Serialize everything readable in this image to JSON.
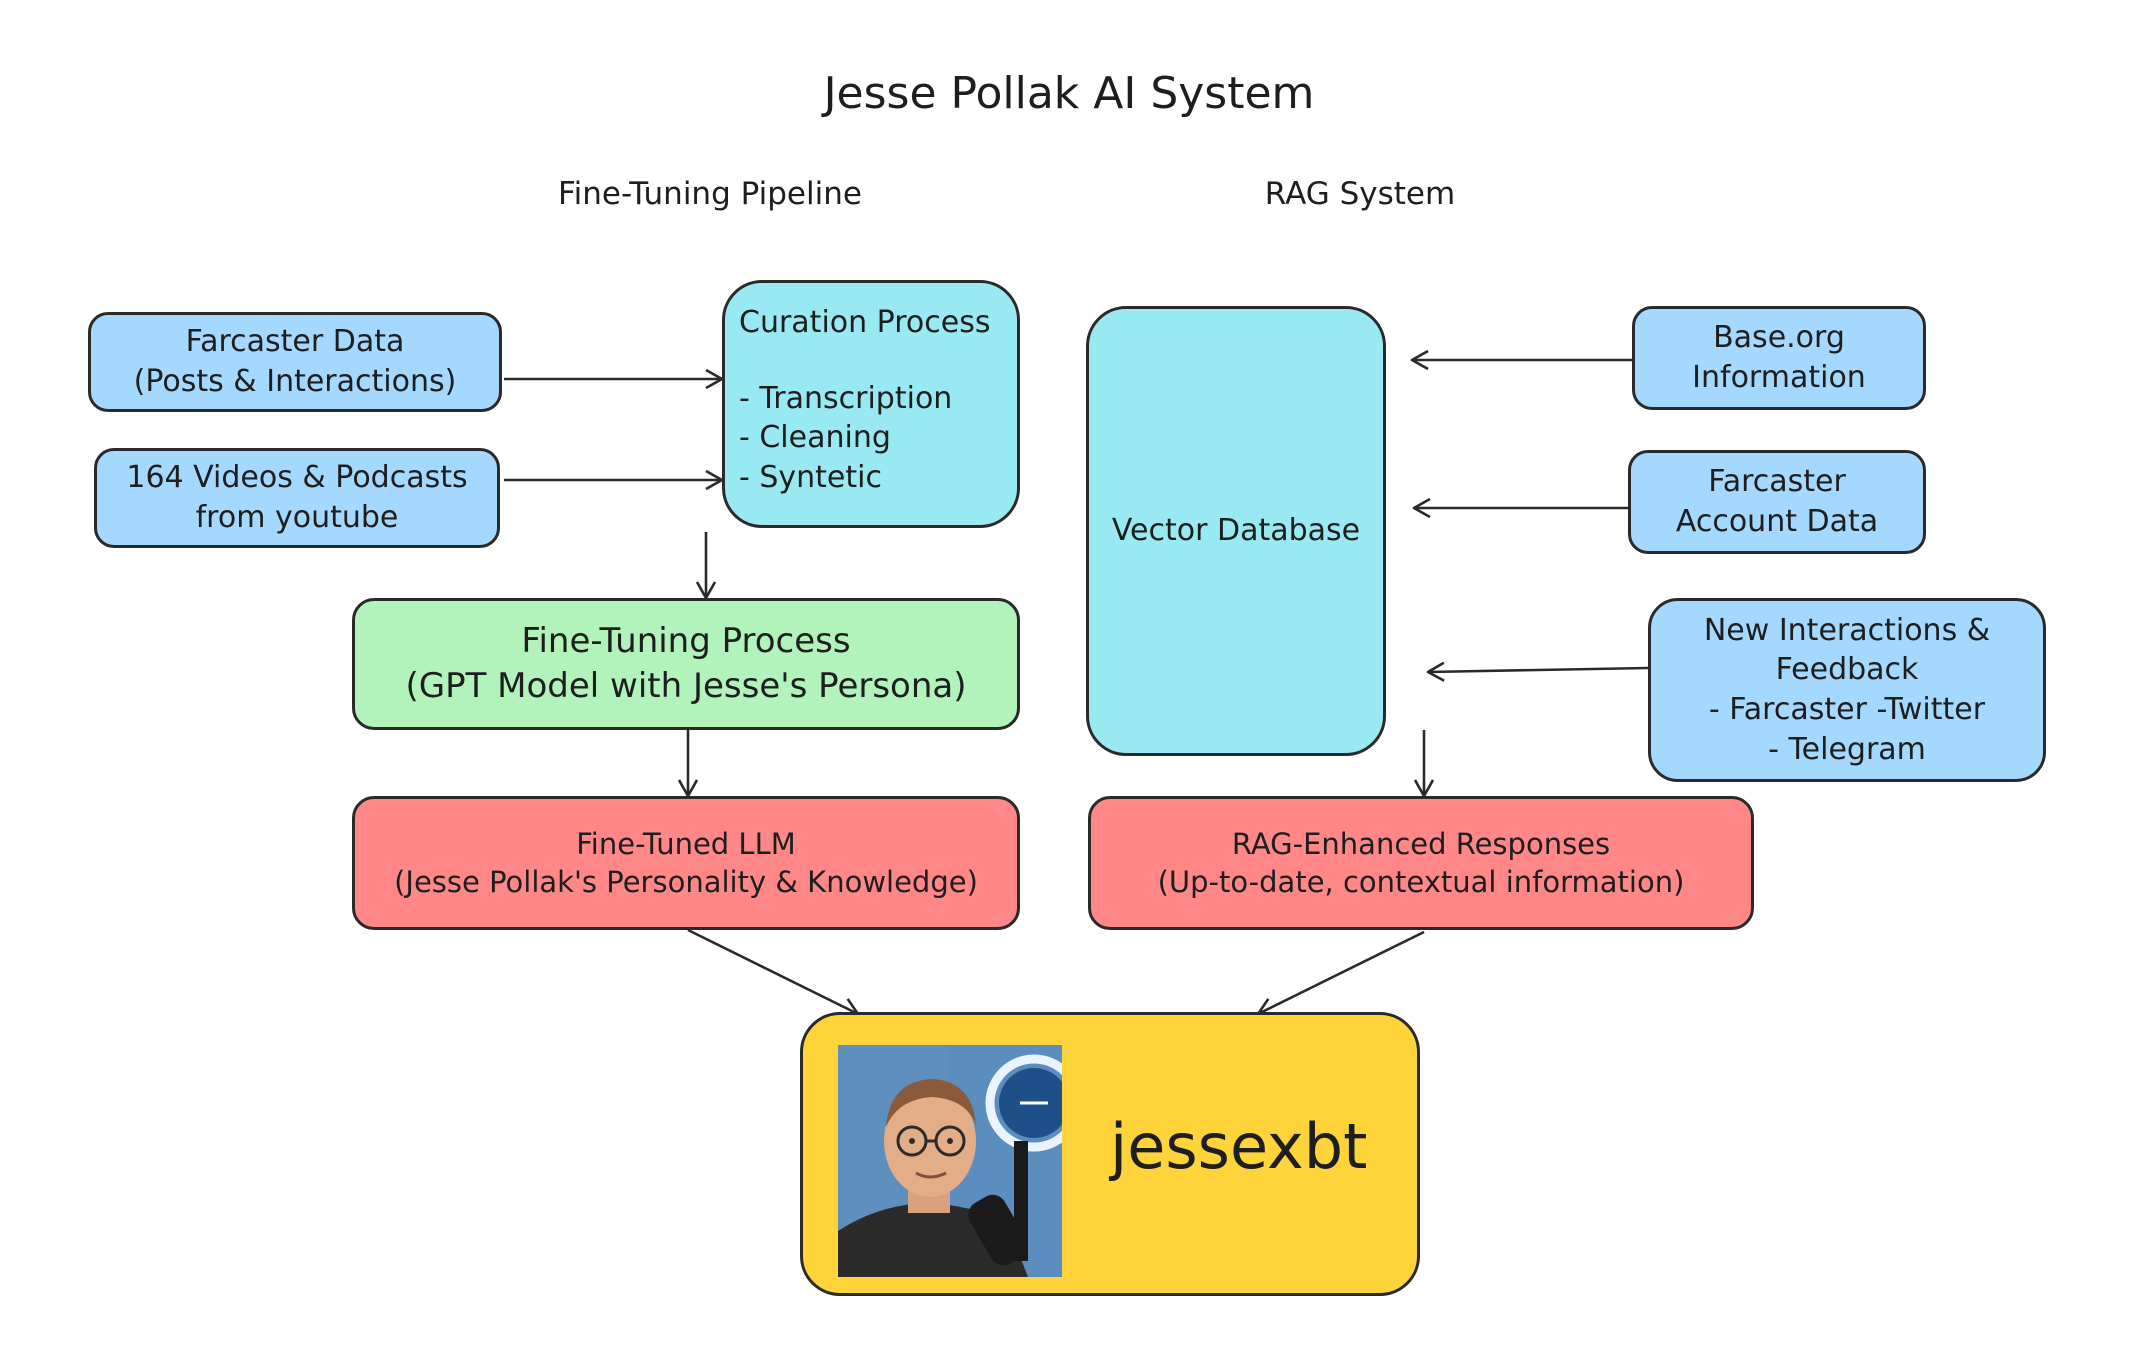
{
  "title": "Jesse Pollak AI System",
  "sections": {
    "fine_tuning": "Fine-Tuning Pipeline",
    "rag": "RAG System"
  },
  "nodes": {
    "farcaster_data": [
      "Farcaster Data",
      "(Posts & Interactions)"
    ],
    "videos": [
      "164 Videos & Podcasts",
      "from youtube"
    ],
    "curation": {
      "heading": "Curation Process",
      "items": [
        "- Transcription",
        "- Cleaning",
        "- Syntetic"
      ]
    },
    "fine_tuning_process": [
      "Fine-Tuning Process",
      "(GPT Model with Jesse's Persona)"
    ],
    "fine_tuned_llm": [
      "Fine-Tuned LLM",
      "(Jesse Pollak's Personality & Knowledge)"
    ],
    "vector_db": "Vector Database",
    "base_org": [
      "Base.org",
      "Information"
    ],
    "farcaster_account": [
      "Farcaster",
      "Account Data"
    ],
    "new_interactions": [
      "New Interactions &",
      "Feedback",
      "- Farcaster -Twitter",
      "- Telegram"
    ],
    "rag_responses": [
      "RAG-Enhanced Responses",
      "(Up-to-date, contextual information)"
    ],
    "output": "jessexbt"
  },
  "colors": {
    "input_blue": "#a5d8ff",
    "process_cyan": "#99e9f2",
    "finetune_green": "#b2f2bb",
    "result_red": "#ff8787",
    "output_yellow": "#ffd43b",
    "stroke": "#2a2a2a"
  },
  "images": {
    "avatar": "jesse-pollak-avatar"
  }
}
